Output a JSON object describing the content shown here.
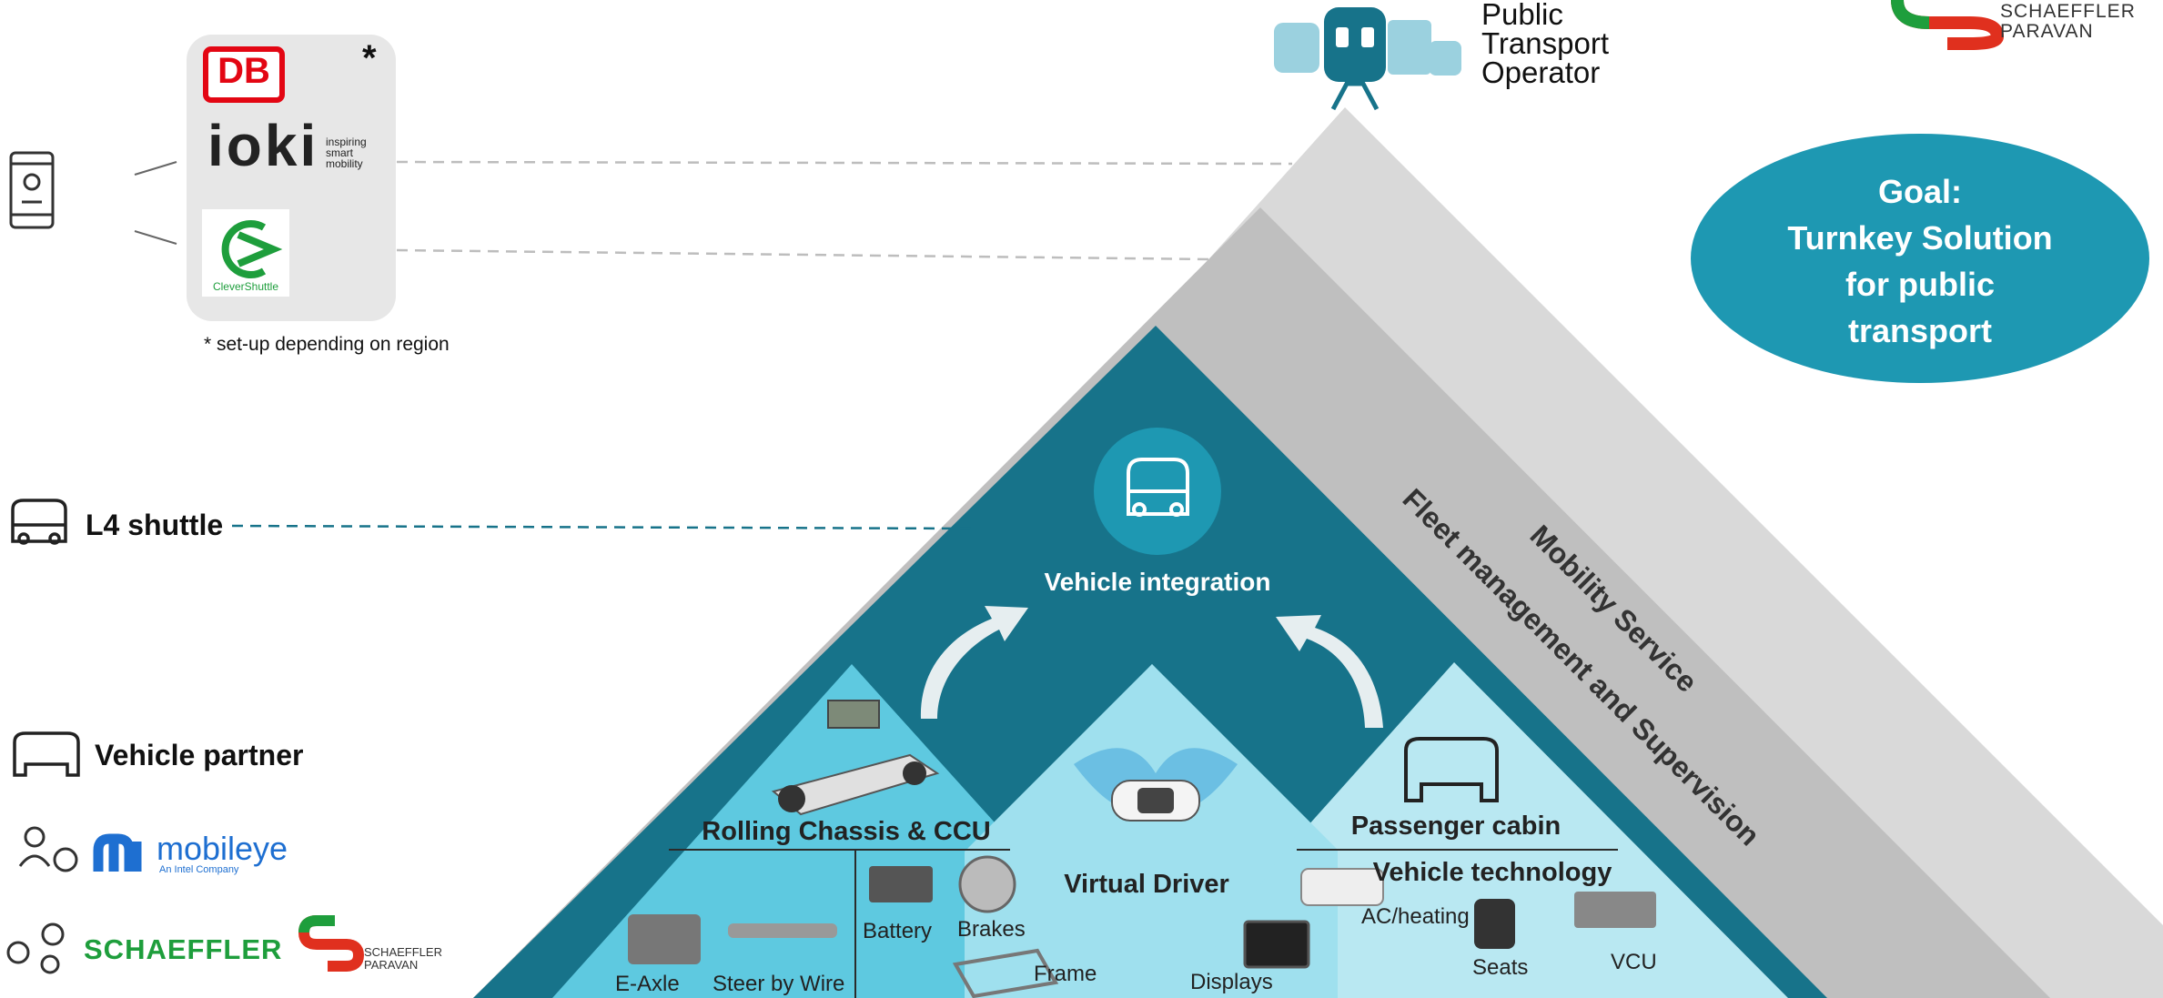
{
  "top_operator": {
    "label_lines": [
      "Public",
      "Transport",
      "Operator"
    ]
  },
  "top_right_logo": {
    "lines": [
      "SCHAEFFLER",
      "PARAVAN"
    ]
  },
  "goal": {
    "lines": [
      "Goal:",
      "Turnkey Solution",
      "for public",
      "transport"
    ]
  },
  "partners_box": {
    "asterisk": "*",
    "db_logo": "DB",
    "ioki_logo": "ioki",
    "ioki_tagline": [
      "inspiring",
      "smart",
      "mobility"
    ],
    "clevershuttle_logo": "CleverShuttle",
    "footnote": "* set-up depending on region"
  },
  "left_labels": {
    "l4_shuttle": "L4 shuttle",
    "vehicle_partner": "Vehicle partner",
    "mobileye": "mobileye",
    "mobileye_sub": "An Intel Company",
    "schaeffler": "SCHAEFFLER",
    "schaeffler_paravan": [
      "SCHAEFFLER",
      "PARAVAN"
    ]
  },
  "pyramid": {
    "mobility_service": "Mobility Service",
    "fleet_management": "Fleet management and Supervision",
    "vehicle_integration": "Vehicle integration",
    "virtual_driver": "Virtual Driver",
    "rolling_chassis": "Rolling Chassis & CCU",
    "passenger_cabin": "Passenger cabin",
    "vehicle_technology": "Vehicle technology",
    "components": {
      "e_axle": "E-Axle",
      "steer_by_wire": "Steer by Wire",
      "battery": "Battery",
      "brakes": "Brakes",
      "frame": "Frame",
      "displays": "Displays",
      "ac_heating": "AC/heating",
      "seats": "Seats",
      "vcu": "VCU"
    }
  },
  "colors": {
    "teal_dark": "#17738a",
    "teal_goal": "#1e98b2",
    "cyan_light": "#b9e8f2",
    "cyan_mid": "#5ec9e0",
    "gray_light": "#d9d9d9",
    "gray_mid": "#bfbfbf",
    "db_red": "#e30613",
    "green": "#1e9e3c"
  }
}
